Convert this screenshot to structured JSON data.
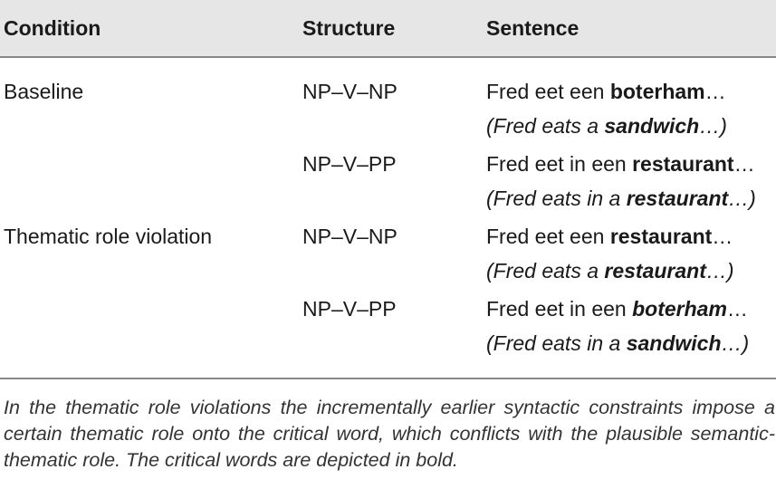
{
  "header": {
    "condition": "Condition",
    "structure": "Structure",
    "sentence": "Sentence"
  },
  "rows": [
    {
      "condition": "Baseline",
      "structure": "NP–V–NP",
      "sentence_pre": "Fred eet een ",
      "sentence_bold": "boterham",
      "sentence_post": "…",
      "translation_pre": "(Fred eats a ",
      "translation_bold": "sandwich",
      "translation_post": "…)"
    },
    {
      "condition": "",
      "structure": "NP–V–PP",
      "sentence_pre": "Fred eet in een ",
      "sentence_bold": "restaurant",
      "sentence_post": "…",
      "translation_pre": "(Fred eats in a ",
      "translation_bold": "restaurant",
      "translation_post": "…)"
    },
    {
      "condition": "Thematic role violation",
      "structure": "NP–V–NP",
      "sentence_pre": "Fred eet een ",
      "sentence_bold": "restaurant",
      "sentence_post": "…",
      "translation_pre": "(Fred eats a ",
      "translation_bold": "restaurant",
      "translation_post": "…)"
    },
    {
      "condition": "",
      "structure": "NP–V–PP",
      "sentence_pre": "Fred eet in een ",
      "sentence_bold": "boterham",
      "sentence_post": "…",
      "translation_pre": "(Fred eats in a ",
      "translation_bold": "sandwich",
      "translation_post": "…)"
    }
  ],
  "footnote": "In the thematic role violations the incrementally earlier syntactic constraints impose a certain thematic role onto the critical word, which conflicts with the plausible semantic-thematic role. The critical words are depicted in bold."
}
